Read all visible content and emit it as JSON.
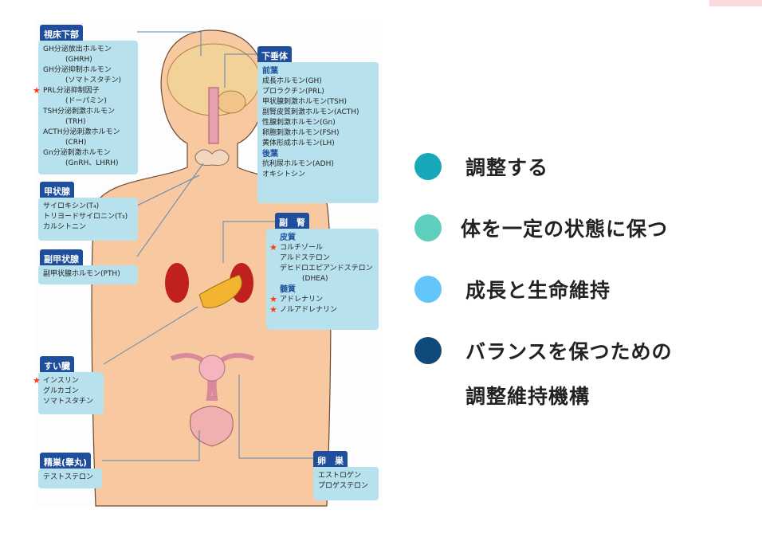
{
  "diagram": {
    "hypothalamus": {
      "title": "視床下部",
      "items": [
        {
          "text": "GH分泌放出ホルモン"
        },
        {
          "text": "(GHRH)",
          "indent": true
        },
        {
          "text": "GH分泌抑制ホルモン"
        },
        {
          "text": "(ソマトスタチン)",
          "indent": true
        },
        {
          "text": "PRL分泌抑制因子",
          "star": true
        },
        {
          "text": "(ドーパミン)",
          "indent": true
        },
        {
          "text": "TSH分泌刺激ホルモン"
        },
        {
          "text": "(TRH)",
          "indent": true
        },
        {
          "text": "ACTH分泌刺激ホルモン"
        },
        {
          "text": "(CRH)",
          "indent": true
        },
        {
          "text": "Gn分泌刺激ホルモン"
        },
        {
          "text": "(GnRH、LHRH)",
          "indent": true
        }
      ]
    },
    "pituitary": {
      "title": "下垂体",
      "items": [
        {
          "text": "前葉",
          "section": true
        },
        {
          "text": "成長ホルモン(GH)"
        },
        {
          "text": "プロラクチン(PRL)"
        },
        {
          "text": "甲状腺刺激ホルモン(TSH)"
        },
        {
          "text": "副腎皮質刺激ホルモン(ACTH)"
        },
        {
          "text": "性腺刺激ホルモン(Gn)"
        },
        {
          "text": "卵胞刺激ホルモン(FSH)"
        },
        {
          "text": "黄体形成ホルモン(LH)"
        },
        {
          "text": "後葉",
          "section": true
        },
        {
          "text": "抗利尿ホルモン(ADH)"
        },
        {
          "text": "オキシトシン"
        }
      ]
    },
    "thyroid": {
      "title": "甲状腺",
      "items": [
        {
          "text": "サイロキシン(T₄)"
        },
        {
          "text": "トリヨードサイロニン(T₃)"
        },
        {
          "text": "カルシトニン"
        }
      ]
    },
    "parathyroid": {
      "title": "副甲状腺",
      "items": [
        {
          "text": "副甲状腺ホルモン(PTH)"
        }
      ]
    },
    "adrenal": {
      "title": "副　腎",
      "items": [
        {
          "text": "皮質",
          "section": true
        },
        {
          "text": "コルチゾール",
          "star": true
        },
        {
          "text": "アルドステロン"
        },
        {
          "text": "デヒドロエピアンドステロン"
        },
        {
          "text": "(DHEA)",
          "indent": true
        },
        {
          "text": "髄質",
          "section": true
        },
        {
          "text": "アドレナリン",
          "star": true
        },
        {
          "text": "ノルアドレナリン",
          "star": true
        }
      ]
    },
    "pancreas": {
      "title": "すい臓",
      "items": [
        {
          "text": "インスリン",
          "star": true
        },
        {
          "text": "グルカゴン"
        },
        {
          "text": "ソマトスタチン"
        }
      ]
    },
    "testis": {
      "title": "精巣(睾丸)",
      "items": [
        {
          "text": "テストステロン"
        }
      ]
    },
    "ovary": {
      "title": "卵　巣",
      "items": [
        {
          "text": "エストロゲン"
        },
        {
          "text": "プロゲステロン"
        }
      ]
    }
  },
  "legend": [
    {
      "label": "調整する",
      "color": "#17a9b9"
    },
    {
      "label": "体を一定の状態に保つ",
      "color": "#5fcfbd"
    },
    {
      "label": "成長と生命維持",
      "color": "#63c6fb"
    },
    {
      "label": "バランスを保つための",
      "label2": "調整維持機構",
      "color": "#0f4a7a"
    }
  ]
}
